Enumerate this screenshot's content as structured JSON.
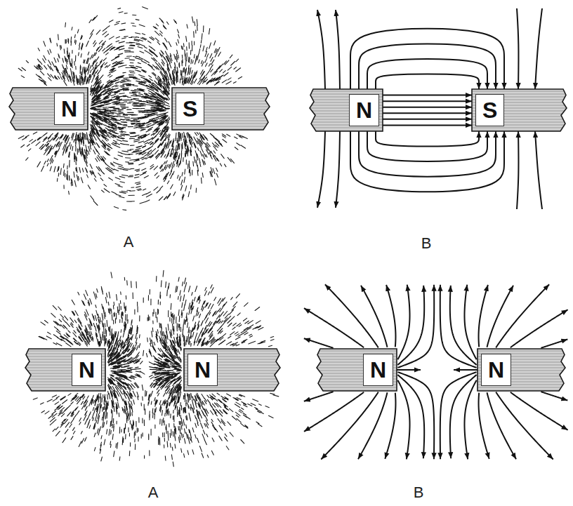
{
  "diagram": {
    "nodes": [
      {
        "text": [
          "N"
        ]
      },
      {
        "text": [
          "S"
        ]
      },
      {
        "text": [
          "N"
        ]
      },
      {
        "text": [
          "S"
        ]
      },
      {
        "text": [
          "N"
        ]
      },
      {
        "text": [
          "N"
        ]
      },
      {
        "text": [
          "N"
        ]
      },
      {
        "text": [
          "N"
        ]
      }
    ],
    "edges": [
      {
        "from": 2,
        "to": 3,
        "arrow": "to"
      },
      {
        "from": 2,
        "to": 3,
        "arrow": "to"
      },
      {
        "from": 2,
        "to": 3,
        "arrow": "to"
      },
      {
        "from": 2,
        "to": 3,
        "arrow": "to"
      },
      {
        "from": 2,
        "to": 3,
        "arrow": "to"
      },
      {
        "from": 2,
        "to": 3,
        "arrow": "to"
      },
      {
        "from": 2,
        "to": 3,
        "arrow": "to"
      },
      {
        "from": 2,
        "to": 3,
        "arrow": "to"
      },
      {
        "from": 2,
        "to": 3,
        "arrow": "to"
      },
      {
        "from": 2,
        "to": 3,
        "arrow": "to"
      },
      {
        "from": 2,
        "to": 3,
        "arrow": "to"
      },
      {
        "from": 2,
        "to": 3,
        "arrow": "to"
      },
      {
        "from": 2,
        "to": 3,
        "arrow": "to"
      },
      {
        "from": 2,
        "to": 3,
        "arrow": "to"
      }
    ],
    "labels": [
      "A",
      "B",
      "A",
      "B"
    ]
  }
}
